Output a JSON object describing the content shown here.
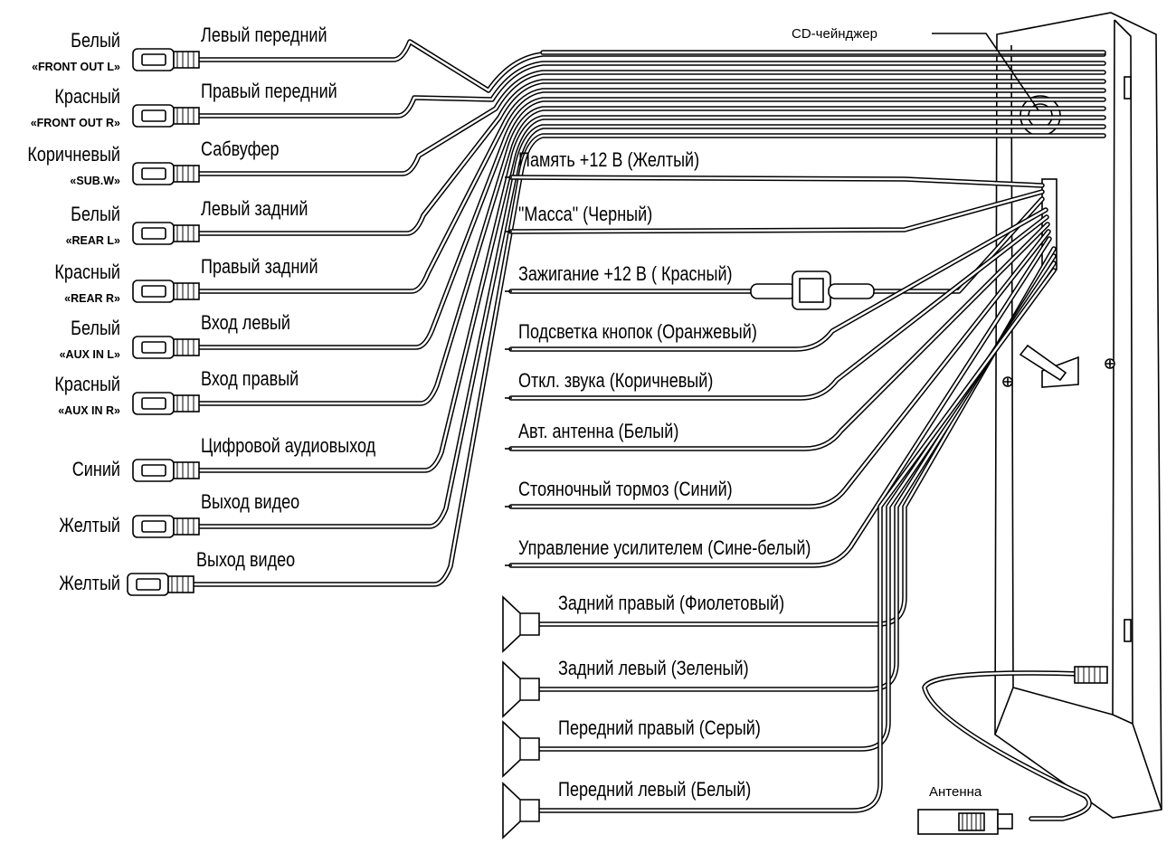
{
  "rca_connectors": [
    {
      "color": "Белый",
      "code": "«FRONT OUT L»",
      "name": "Левый передний"
    },
    {
      "color": "Красный",
      "code": "«FRONT OUT R»",
      "name": "Правый передний"
    },
    {
      "color": "Коричневый",
      "code": "«SUB.W»",
      "name": "Сабвуфер"
    },
    {
      "color": "Белый",
      "code": "«REAR L»",
      "name": "Левый задний"
    },
    {
      "color": "Красный",
      "code": "«REAR R»",
      "name": "Правый задний"
    },
    {
      "color": "Белый",
      "code": "«AUX IN L»",
      "name": "Вход левый"
    },
    {
      "color": "Красный",
      "code": "«AUX IN R»",
      "name": "Вход правый"
    },
    {
      "color": "Синий",
      "code": "",
      "name": "Цифровой аудиовыход"
    },
    {
      "color": "Желтый",
      "code": "",
      "name": "Выход видео"
    },
    {
      "color": "Желтый",
      "code": "",
      "name": "Выход видео"
    }
  ],
  "power_wires": [
    "Память +12 В (Желтый)",
    "\"Масса\" (Черный)",
    "Зажигание +12 В ( Красный)",
    "Подсветка кнопок (Оранжевый)",
    "Откл. звука (Коричневый)",
    "Авт. антенна (Белый)",
    "Стояночный тормоз (Синий)",
    "Управление усилителем (Сине-белый)"
  ],
  "speaker_wires": [
    "Задний правый (Фиолетовый)",
    "Задний левый (Зеленый)",
    "Передний правый (Серый)",
    "Передний левый  (Белый)"
  ],
  "cd_changer_label": "CD-чейнджер",
  "antenna_label": "Антенна"
}
